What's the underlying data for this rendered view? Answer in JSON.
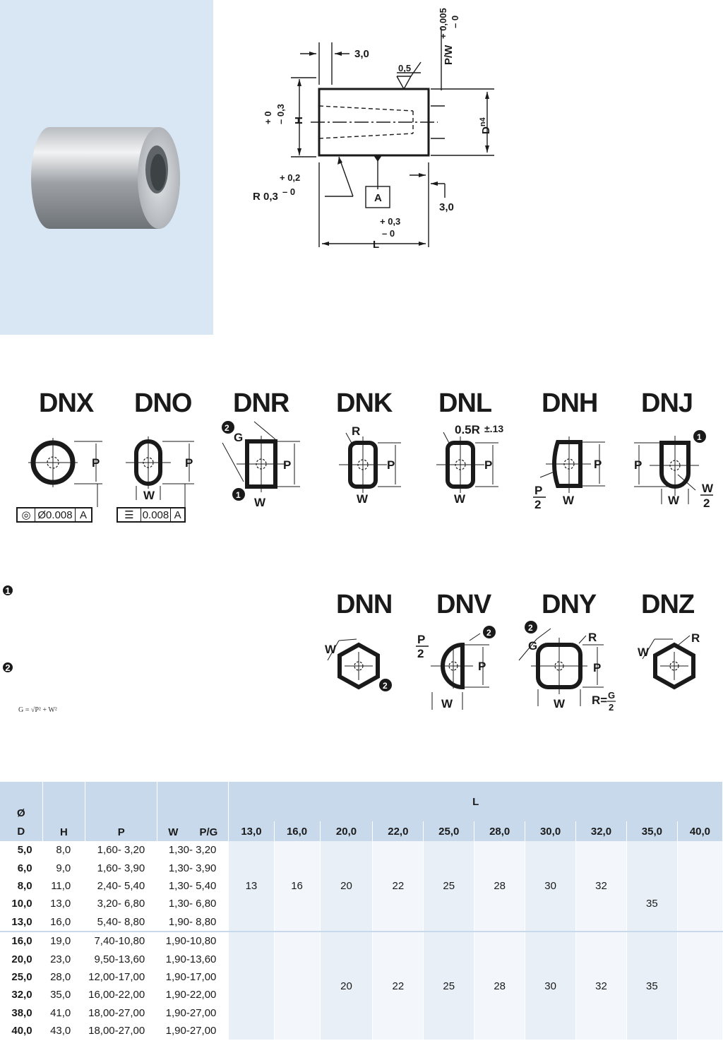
{
  "drawing": {
    "dim_top": "3,0",
    "surface": "0,5",
    "pw_label": "P/W",
    "pw_tol_plus": "+ 0,005",
    "pw_tol_minus": "– 0",
    "h_label": "H",
    "h_tol_plus": "+ 0",
    "h_tol_minus": "– 0,3",
    "d_label": "D",
    "d_sup": "n4",
    "r_label": "R 0,3",
    "r_tol_plus": "+ 0,2",
    "r_tol_minus": "– 0",
    "datum": "A",
    "dim_right": "3,0",
    "l_label": "L",
    "l_tol_plus": "+ 0,3",
    "l_tol_minus": "– 0"
  },
  "shapes_row1": [
    {
      "code": "DNX"
    },
    {
      "code": "DNO"
    },
    {
      "code": "DNR"
    },
    {
      "code": "DNK"
    },
    {
      "code": "DNL"
    },
    {
      "code": "DNH"
    },
    {
      "code": "DNJ"
    }
  ],
  "shapes_row2": [
    {
      "code": "DNN"
    },
    {
      "code": "DNV"
    },
    {
      "code": "DNY"
    },
    {
      "code": "DNZ"
    }
  ],
  "labels": {
    "P": "P",
    "W": "W",
    "G": "G",
    "R": "R",
    "half": "2",
    "dnl_r": "0.5R",
    "dnl_tol": "±.13",
    "r_eq": "R=",
    "note1": "1",
    "note2": "2"
  },
  "tolerance_frames": {
    "dnx": {
      "value": "Ø0.008",
      "datum": "A"
    },
    "dno": {
      "value": "0.008",
      "datum": "A"
    }
  },
  "formula": "G = √P² + W²",
  "table": {
    "header_phi": "Ø",
    "header_L": "L",
    "col_D": "D",
    "col_H": "H",
    "col_P": "P",
    "col_W": "W",
    "col_PG": "P/G",
    "l_values": [
      "13,0",
      "16,0",
      "20,0",
      "22,0",
      "25,0",
      "28,0",
      "30,0",
      "32,0",
      "35,0",
      "40,0"
    ],
    "rows": [
      {
        "D": "5,0",
        "H": "8,0",
        "P": "1,60- 3,20",
        "W": "1,30- 3,20"
      },
      {
        "D": "6,0",
        "H": "9,0",
        "P": "1,60- 3,90",
        "W": "1,30- 3,90"
      },
      {
        "D": "8,0",
        "H": "11,0",
        "P": "2,40- 5,40",
        "W": "1,30- 5,40"
      },
      {
        "D": "10,0",
        "H": "13,0",
        "P": "3,20- 6,80",
        "W": "1,30- 6,80"
      },
      {
        "D": "13,0",
        "H": "16,0",
        "P": "5,40- 8,80",
        "W": "1,90- 8,80"
      },
      {
        "D": "16,0",
        "H": "19,0",
        "P": "7,40-10,80",
        "W": "1,90-10,80"
      },
      {
        "D": "20,0",
        "H": "23,0",
        "P": "9,50-13,60",
        "W": "1,90-13,60"
      },
      {
        "D": "25,0",
        "H": "28,0",
        "P": "12,00-17,00",
        "W": "1,90-17,00"
      },
      {
        "D": "32,0",
        "H": "35,0",
        "P": "16,00-22,00",
        "W": "1,90-22,00"
      },
      {
        "D": "38,0",
        "H": "41,0",
        "P": "18,00-27,00",
        "W": "1,90-27,00"
      },
      {
        "D": "40,0",
        "H": "43,0",
        "P": "18,00-27,00",
        "W": "1,90-27,00"
      }
    ],
    "group1_l": [
      "13",
      "16",
      "20",
      "22",
      "25",
      "28",
      "30",
      "32"
    ],
    "group1_l35": "35",
    "group2_l": [
      "20",
      "22",
      "25",
      "28",
      "30",
      "32",
      "35"
    ]
  }
}
